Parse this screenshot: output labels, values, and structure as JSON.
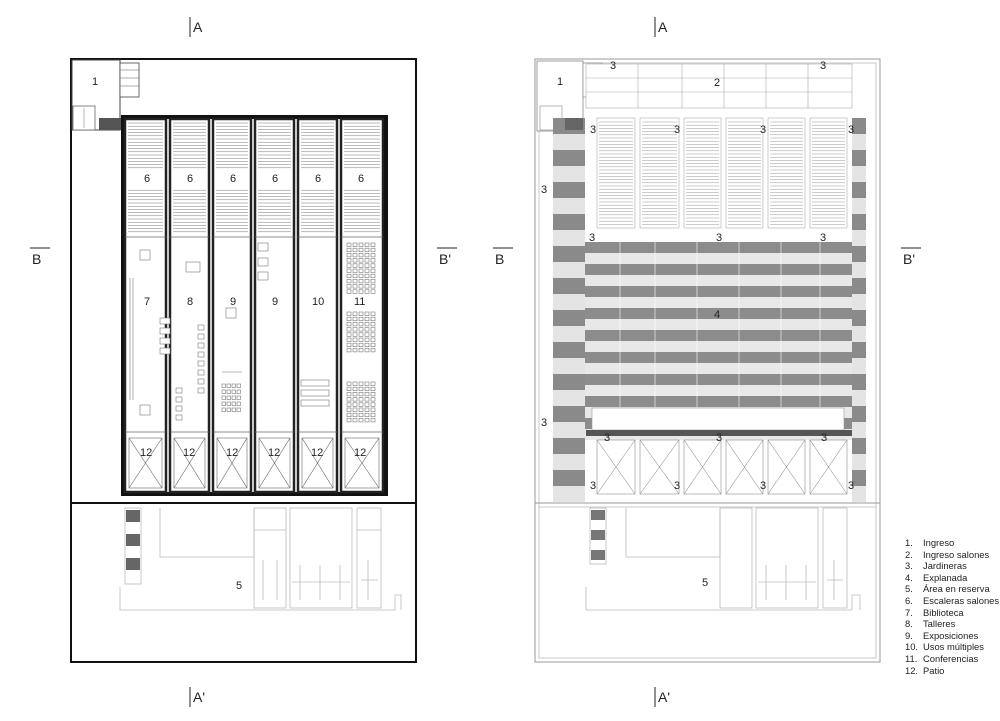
{
  "sections": {
    "a_top": "A",
    "a_bottom": "A'",
    "b_left": "B",
    "b_right": "B'"
  },
  "plan_left": {
    "entry": "1",
    "stairs": [
      "6",
      "6",
      "6",
      "6",
      "6",
      "6"
    ],
    "rooms": [
      "7",
      "8",
      "9",
      "9",
      "10",
      "11"
    ],
    "patios": [
      "12",
      "12",
      "12",
      "12",
      "12",
      "12"
    ],
    "reserve": "5"
  },
  "plan_right": {
    "entry": "1",
    "entry_halls": "2",
    "planter": "3",
    "esplanade": "4",
    "reserve": "5"
  },
  "legend": [
    {
      "n": "1.",
      "text": "Ingreso"
    },
    {
      "n": "2.",
      "text": "Ingreso salones"
    },
    {
      "n": "3.",
      "text": "Jardineras"
    },
    {
      "n": "4.",
      "text": "Explanada"
    },
    {
      "n": "5.",
      "text": "Área en reserva"
    },
    {
      "n": "6.",
      "text": "Escaleras salones"
    },
    {
      "n": "7.",
      "text": "Biblioteca"
    },
    {
      "n": "8.",
      "text": "Talleres"
    },
    {
      "n": "9.",
      "text": "Exposiciones"
    },
    {
      "n": "10.",
      "text": "Usos múltiples"
    },
    {
      "n": "11.",
      "text": "Conferencias"
    },
    {
      "n": "12.",
      "text": "Patio"
    }
  ]
}
